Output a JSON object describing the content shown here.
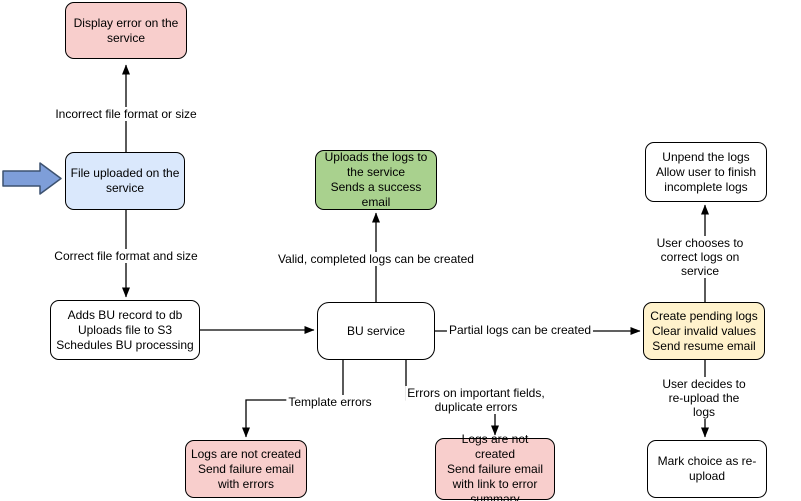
{
  "diagram": {
    "type": "flowchart",
    "background": "#ffffff"
  },
  "colors": {
    "node_red_fill": "#f8cecc",
    "node_blue_fill": "#dae8fc",
    "node_green_fill": "#a9d18e",
    "node_yellow_fill": "#fff2cc",
    "node_white_fill": "#ffffff",
    "node_stroke": "#000000",
    "connector_stroke": "#000000",
    "entry_arrow_fill": "#7e9ed9",
    "entry_arrow_stroke": "#3d5270"
  },
  "nodes": {
    "display_error": {
      "text": "Display error on the\nservice",
      "color": "red"
    },
    "file_uploaded": {
      "text": "File uploaded on the\nservice",
      "color": "blue"
    },
    "adds_bu_record": {
      "text": "Adds BU record to db\nUploads file to S3\nSchedules BU processing",
      "color": "white"
    },
    "uploads_logs": {
      "text": "Uploads the logs to\nthe service\nSends a success\nemail",
      "color": "green"
    },
    "bu_service": {
      "text": "BU service",
      "color": "white"
    },
    "create_pending": {
      "text": "Create pending logs\nClear invalid values\nSend resume email",
      "color": "yellow"
    },
    "unpend_logs": {
      "text": "Unpend the logs\nAllow user to finish\nincomplete logs",
      "color": "white"
    },
    "mark_reupload": {
      "text": "Mark choice as re-\nupload",
      "color": "white"
    },
    "fail_with_errors": {
      "text": "Logs are not created\nSend failure email\nwith errors",
      "color": "red"
    },
    "fail_with_summary": {
      "text": "Logs are not created\nSend failure email\nwith link to error\nsummary",
      "color": "red"
    }
  },
  "edge_labels": {
    "incorrect_format": "Incorrect file format or size",
    "correct_format": "Correct file format and size",
    "valid_logs": "Valid, completed logs can be created",
    "partial_logs": "Partial logs can be created",
    "template_errors": "Template errors",
    "field_errors": "Errors on important fields,\nduplicate errors",
    "user_corrects": "User chooses to correct logs on service",
    "user_reuploads": "User decides to re-upload the logs"
  }
}
